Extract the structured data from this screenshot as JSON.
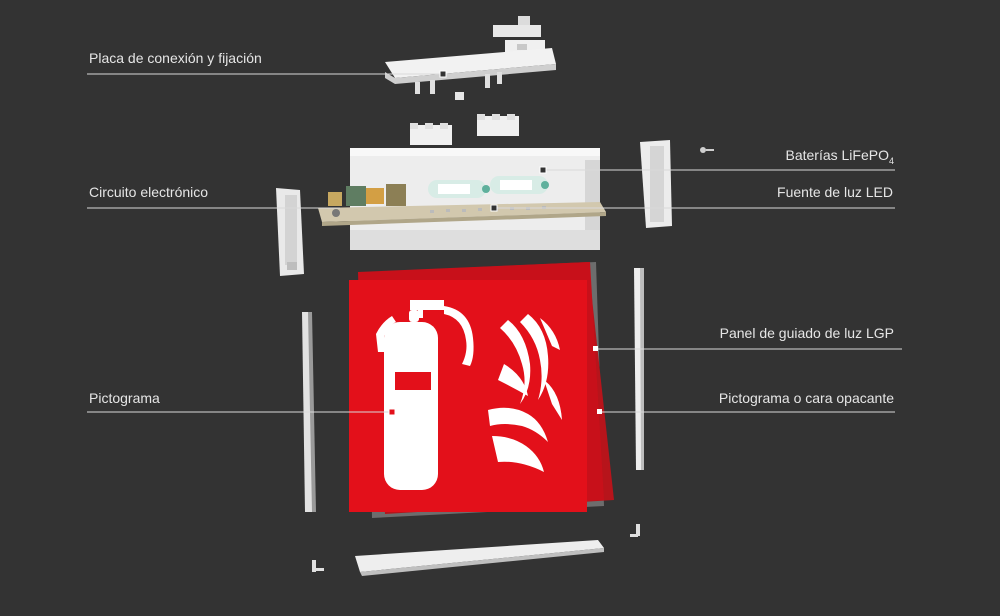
{
  "labels": {
    "placa": "Placa de conexión y fijación",
    "baterias": "Baterías LiFePO",
    "baterias_sub": "4",
    "circuito": "Circuito electrónico",
    "fuente": "Fuente de luz LED",
    "panel": "Panel de guiado de luz LGP",
    "pictograma": "Pictograma",
    "pictograma_cara": "Pictograma o cara opacante"
  },
  "colors": {
    "background": "#333333",
    "sign_red": "#e3101a",
    "line": "#d9d9d9",
    "housing": "#ececec"
  },
  "icons": {
    "left_pictogram": "fire-extinguisher-icon",
    "right_pictogram": "flame-icon"
  }
}
